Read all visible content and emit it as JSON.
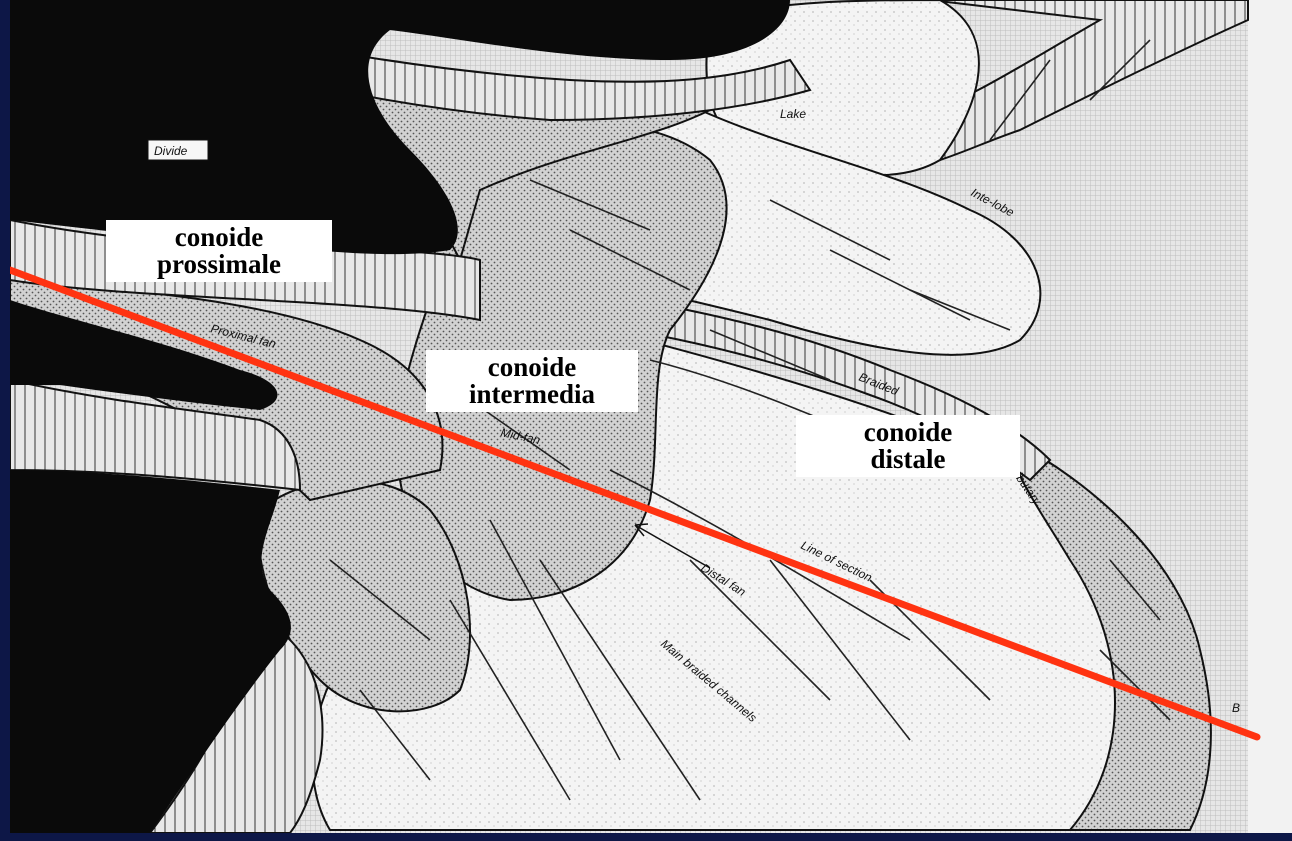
{
  "diagram": {
    "zones": [
      {
        "id": "proximal",
        "line1": "conoide",
        "line2": "prossimale"
      },
      {
        "id": "intermediate",
        "line1": "conoide",
        "line2": "intermedia"
      },
      {
        "id": "distal",
        "line1": "conoide",
        "line2": "distale"
      }
    ],
    "annotations": {
      "divide": "Divide",
      "lake": "Lake",
      "interlobe": "Inte-lobe",
      "proximal_fan": "Proximal fan",
      "mid_fan": "Mid-fan",
      "braided": "Braided",
      "tributary": "tributary",
      "line_of_section": "Line of section",
      "distal_fan": "Distal fan",
      "main_braided_channels": "Main braided channels",
      "point_b": "B"
    },
    "colors": {
      "background": "#0d1747",
      "section_line": "#ff3311",
      "mountains": "#0a0a0a",
      "paper": "#eeeeee"
    }
  }
}
